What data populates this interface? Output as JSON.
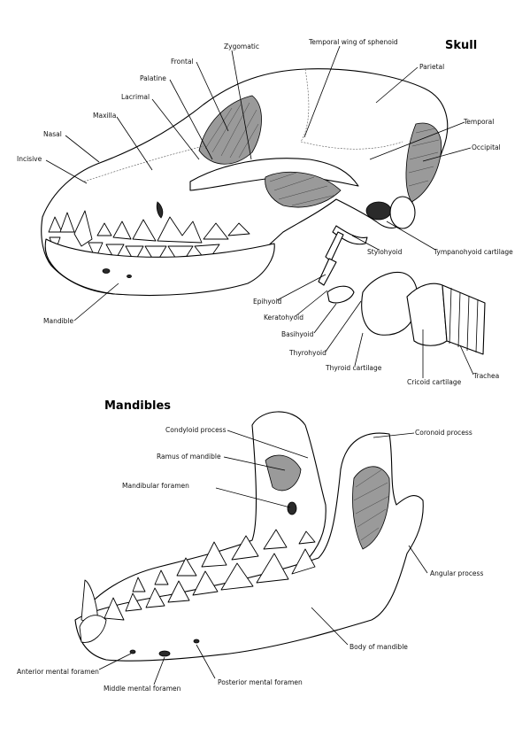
{
  "titles": {
    "skull": "Skull",
    "mandibles": "Mandibles"
  },
  "skull_labels": {
    "zygomatic": "Zygomatic",
    "temporal_wing": "Temporal wing of sphenoid",
    "frontal": "Frontal",
    "parietal": "Parietal",
    "palatine": "Palatine",
    "lacrimal": "Lacrimal",
    "temporal": "Temporal",
    "maxilla": "Maxilla",
    "occipital": "Occipital",
    "nasal": "Nasal",
    "incisive": "Incisive",
    "stylohyoid": "Stylohyoid",
    "tympanohyoid": "Tympanohyoid cartilage",
    "epihyoid": "Epihyoid",
    "keratohyoid": "Keratohyoid",
    "basihyoid": "Basihyoid",
    "thyrohyoid": "Thyrohyoid",
    "thyroid_cartilage": "Thyroid cartilage",
    "cricoid_cartilage": "Cricoid cartilage",
    "trachea": "Trachea",
    "mandible": "Mandible"
  },
  "mandible_labels": {
    "condyloid": "Condyloid process",
    "coronoid": "Coronoid process",
    "ramus": "Ramus of mandible",
    "mandibular_foramen": "Mandibular foramen",
    "angular": "Angular process",
    "body": "Body of mandible",
    "anterior_mental": "Anterior mental foramen",
    "middle_mental": "Middle mental foramen",
    "posterior_mental": "Posterior mental foramen"
  }
}
